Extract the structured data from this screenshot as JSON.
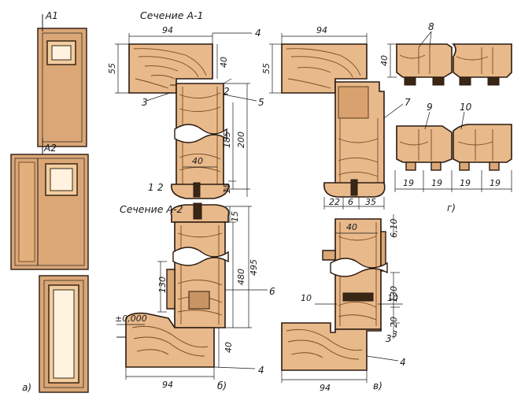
{
  "labels": {
    "section_a1": "Сечение А-1",
    "section_a2": "Сечение А-2",
    "mark_a1": "А1",
    "mark_a2": "А2",
    "level": "±0,000",
    "sub_a": "а)",
    "sub_b": "б)",
    "sub_v": "в)",
    "sub_g": "г)"
  },
  "numbers": {
    "n1": "1",
    "n2": "2",
    "n2b": "2",
    "n3": "3",
    "n3b": "3",
    "n4": "4",
    "n4b": "4",
    "n4c": "4",
    "n5": "5",
    "n6": "6",
    "n7": "7",
    "n8": "8",
    "n9": "9",
    "n10": "10"
  },
  "dims": {
    "b_94_top": "94",
    "b_55": "55",
    "b_40_top": "40",
    "b_185": "185",
    "b_200": "200",
    "b_40_mid": "40",
    "b_15_a": "15",
    "b_15_b": "15",
    "b_130": "130",
    "b_480": "480",
    "b_495": "495",
    "b_40_bot": "40",
    "b_94_bot": "94",
    "v_94_top": "94",
    "v_55": "55",
    "v_22": "22",
    "v_6": "6",
    "v_35": "35",
    "v_40": "40",
    "v_610": "6,10",
    "v_130": "130",
    "v_10_l": "10",
    "v_10_r": "10",
    "v_20": "20",
    "v_3": "3",
    "v_94_bot": "94",
    "g_40": "40",
    "g_19_1": "19",
    "g_19_2": "19",
    "g_19_3": "19",
    "g_19_4": "19"
  }
}
